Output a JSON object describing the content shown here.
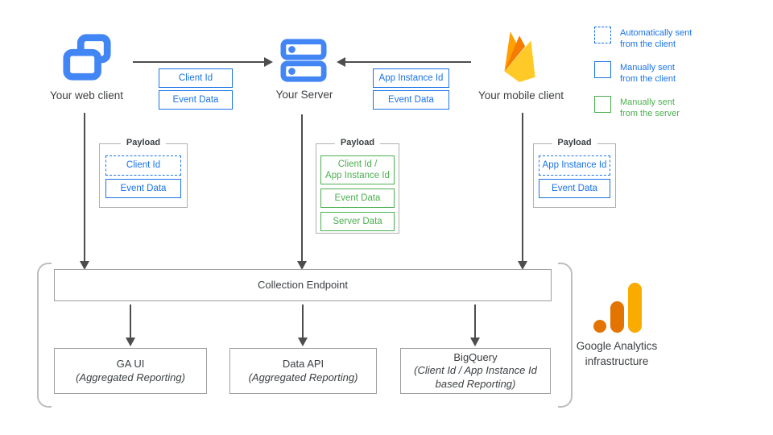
{
  "colors": {
    "icon_blue": "#4285F4",
    "accent_blue": "#1A73E8",
    "accent_green": "#4CAF50",
    "arrow_gray": "#4D4D4D",
    "firebase_yellow": "#FFCA28",
    "firebase_orange": "#FFA000",
    "firebase_deep_orange": "#F57C00",
    "ga_orange": "#E37400",
    "ga_yellow": "#F9AB00"
  },
  "clients": {
    "web": {
      "label": "Your web client"
    },
    "server": {
      "label": "Your Server"
    },
    "mobile": {
      "label": "Your mobile client"
    }
  },
  "flows": {
    "web_to_server": {
      "items": [
        {
          "label": "Client Id"
        },
        {
          "label": "Event Data"
        }
      ]
    },
    "mobile_to_server": {
      "items": [
        {
          "label": "App Instance Id"
        },
        {
          "label": "Event Data"
        }
      ]
    }
  },
  "legend": {
    "items": [
      {
        "style": "dashed-blue",
        "line1": "Automatically sent",
        "line2": "from the client"
      },
      {
        "style": "solid-blue",
        "line1": "Manually sent",
        "line2": "from the client"
      },
      {
        "style": "solid-green",
        "line1": "Manually sent",
        "line2": "from the server"
      }
    ]
  },
  "payloads": {
    "web": {
      "title": "Payload",
      "items": [
        {
          "label": "Client Id",
          "style": "dashed-blue"
        },
        {
          "label": "Event Data",
          "style": "solid-blue"
        }
      ]
    },
    "server": {
      "title": "Payload",
      "items": [
        {
          "line1": "Client Id /",
          "line2": "App Instance Id",
          "style": "solid-green"
        },
        {
          "label": "Event Data",
          "style": "solid-green"
        },
        {
          "label": "Server Data",
          "style": "solid-green"
        }
      ]
    },
    "mobile": {
      "title": "Payload",
      "items": [
        {
          "label": "App Instance Id",
          "style": "dashed-blue"
        },
        {
          "label": "Event Data",
          "style": "solid-blue"
        }
      ]
    }
  },
  "infrastructure": {
    "endpoint_label": "Collection Endpoint",
    "outputs": [
      {
        "title": "GA UI",
        "subtitle": "(Aggregated Reporting)"
      },
      {
        "title": "Data API",
        "subtitle": "(Aggregated Reporting)"
      },
      {
        "title": "BigQuery",
        "subtitle": "(Client Id / App Instance Id based Reporting)"
      }
    ],
    "caption_line1": "Google Analytics",
    "caption_line2": "infrastructure"
  }
}
